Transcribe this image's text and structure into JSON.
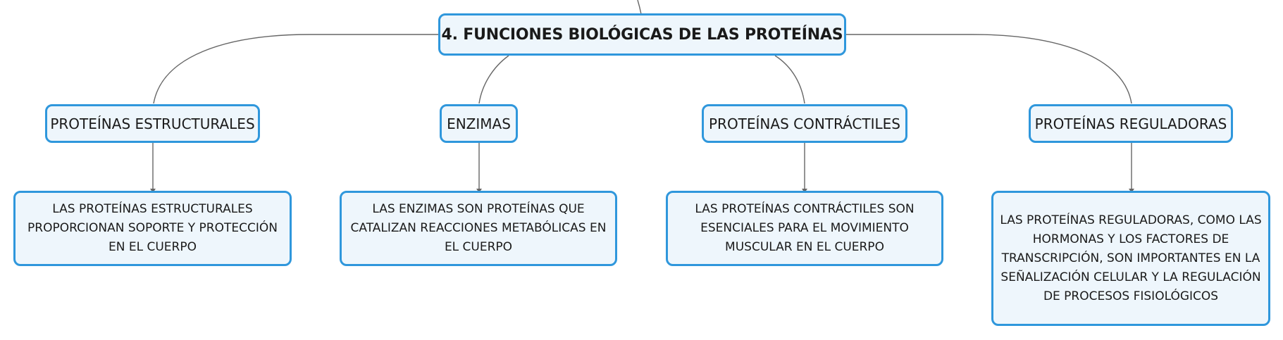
{
  "root": {
    "label": "4. FUNCIONES BIOLÓGICAS DE LAS PROTEÍNAS"
  },
  "categories": [
    {
      "label": "PROTEÍNAS ESTRUCTURALES",
      "description": "LAS PROTEÍNAS ESTRUCTURALES PROPORCIONAN SOPORTE Y PROTECCIÓN EN EL CUERPO"
    },
    {
      "label": "ENZIMAS",
      "description": "LAS ENZIMAS SON PROTEÍNAS QUE CATALIZAN REACCIONES METABÓLICAS EN EL CUERPO"
    },
    {
      "label": "PROTEÍNAS CONTRÁCTILES",
      "description": "LAS PROTEÍNAS CONTRÁCTILES SON ESENCIALES PARA EL MOVIMIENTO MUSCULAR EN EL CUERPO"
    },
    {
      "label": "PROTEÍNAS REGULADORAS",
      "description": "LAS PROTEÍNAS REGULADORAS, COMO LAS HORMONAS Y LOS FACTORES DE TRANSCRIPCIÓN, SON IMPORTANTES EN LA SEÑALIZACIÓN CELULAR Y LA REGULACIÓN DE PROCESOS FISIOLÓGICOS"
    }
  ],
  "colors": {
    "border": "#2f97dc",
    "fill": "#eef6fc",
    "line": "#666666"
  }
}
